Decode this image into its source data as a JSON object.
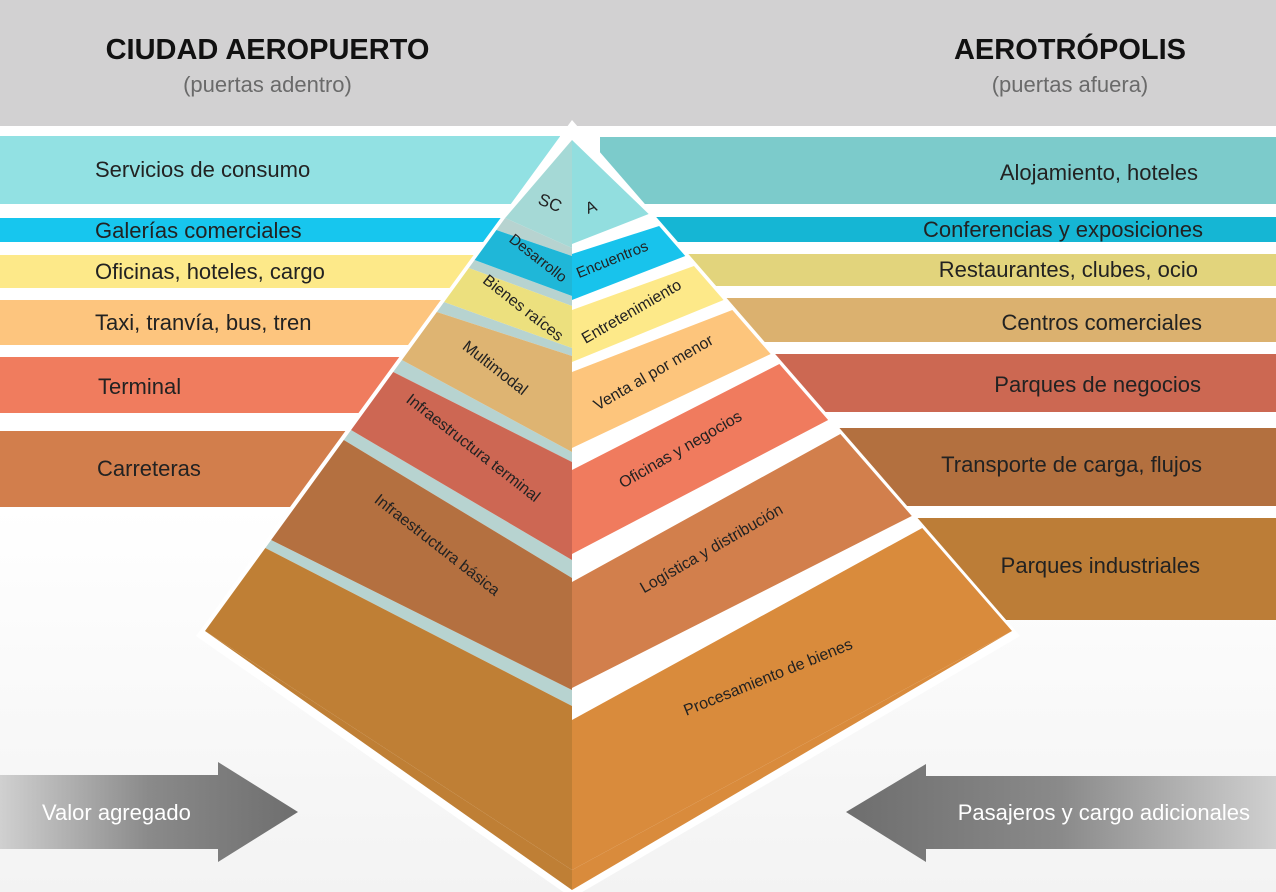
{
  "header": {
    "left_title": "CIUDAD AEROPUERTO",
    "left_subtitle": "(puertas adentro)",
    "right_title": "AEROTRÓPOLIS",
    "right_subtitle": "(puertas afuera)"
  },
  "left_bands": [
    {
      "label": "Servicios de consumo",
      "color": "#92e1e3"
    },
    {
      "label": "Galerías comerciales",
      "color": "#17c6ee"
    },
    {
      "label": "Oficinas, hoteles, cargo",
      "color": "#fde989"
    },
    {
      "label": "Taxi, tranvía, bus, tren",
      "color": "#fdc57e"
    },
    {
      "label": "Terminal",
      "color": "#f07c5e"
    },
    {
      "label": "Carreteras",
      "color": "#d27e4c"
    }
  ],
  "right_bands": [
    {
      "label": "Alojamiento, hoteles",
      "color": "#7ccbcb"
    },
    {
      "label": "Conferencias y exposiciones",
      "color": "#15b6d4"
    },
    {
      "label": "Restaurantes, clubes, ocio",
      "color": "#e2d47c"
    },
    {
      "label": "Centros comerciales",
      "color": "#dbb16f"
    },
    {
      "label": "Parques de negocios",
      "color": "#cc6852"
    },
    {
      "label": "Transporte de carga, flujos",
      "color": "#b3703f"
    },
    {
      "label": "Parques industriales",
      "color": "#bc7d37"
    }
  ],
  "pyramid_left": [
    {
      "label": "SC",
      "color": "#a5d9d6"
    },
    {
      "label": "Desarrollo",
      "color": "#1fb7d8"
    },
    {
      "label": "Bienes raíces",
      "color": "#ece07e"
    },
    {
      "label": "Multimodal",
      "color": "#deb472"
    },
    {
      "label": "Infraestructura terminal",
      "color": "#cd6753"
    },
    {
      "label": "Infraestructura básica",
      "color": "#b47040"
    },
    {
      "label": "",
      "color": "#bf7f35"
    }
  ],
  "pyramid_right": [
    {
      "label": "A",
      "color": "#92dedf"
    },
    {
      "label": "Encuentros",
      "color": "#18c3ec"
    },
    {
      "label": "Entretenimiento",
      "color": "#fde989"
    },
    {
      "label": "Venta al por menor",
      "color": "#fdc57c"
    },
    {
      "label": "Oficinas y negocios",
      "color": "#f07b5e"
    },
    {
      "label": "Logística y distribución",
      "color": "#d27f4c"
    },
    {
      "label": "Procesamiento de bienes",
      "color": "#d98b3c"
    }
  ],
  "gaps": {
    "left_color": "#b7d3d0",
    "right_color": "#ffffff"
  },
  "arrows": {
    "left_label": "Valor agregado",
    "right_label": "Pasajeros y cargo adicionales",
    "color": "#7c7c7c"
  }
}
